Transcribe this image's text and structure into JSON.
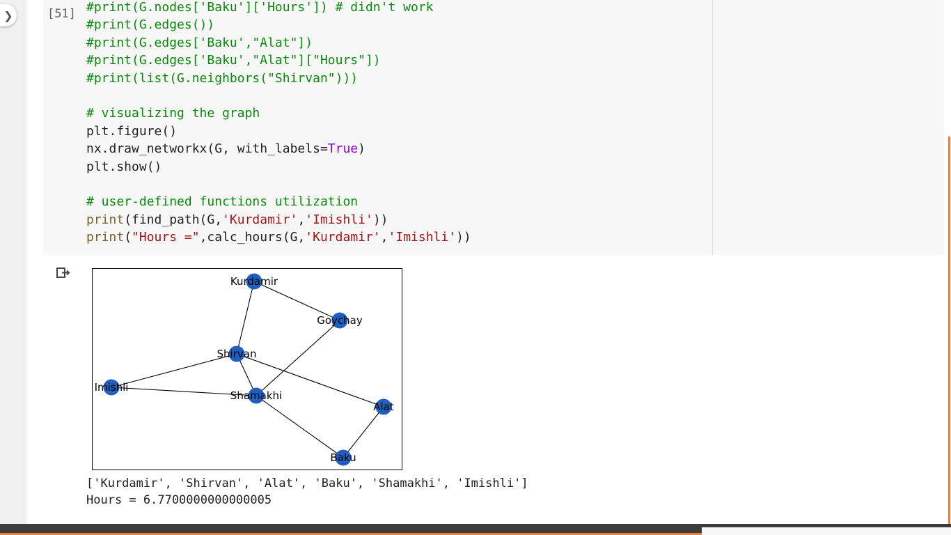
{
  "cell": {
    "execution_count": "[51]",
    "code_lines": [
      [
        {
          "t": "#print(G.nodes['Baku']['Hours']) # didn't work",
          "c": "c"
        }
      ],
      [
        {
          "t": "#print(G.edges())",
          "c": "c"
        }
      ],
      [
        {
          "t": "#print(G.edges['Baku',\"Alat\"])",
          "c": "c"
        }
      ],
      [
        {
          "t": "#print(G.edges['Baku',\"Alat\"][\"Hours\"])",
          "c": "c"
        }
      ],
      [
        {
          "t": "#print(list(G.neighbors(\"Shirvan\")))",
          "c": "c"
        }
      ],
      [],
      [
        {
          "t": "# visualizing the graph",
          "c": "c"
        }
      ],
      [
        {
          "t": "plt.figure()"
        }
      ],
      [
        {
          "t": "nx.draw_networkx(G, with_labels="
        },
        {
          "t": "True",
          "c": "k"
        },
        {
          "t": ")"
        }
      ],
      [
        {
          "t": "plt.show()"
        }
      ],
      [],
      [
        {
          "t": "# user-defined functions utilization",
          "c": "c"
        }
      ],
      [
        {
          "t": "print",
          "c": "f"
        },
        {
          "t": "(find_path(G,"
        },
        {
          "t": "'Kurdamir'",
          "c": "s"
        },
        {
          "t": ","
        },
        {
          "t": "'Imishli'",
          "c": "s"
        },
        {
          "t": "))"
        }
      ],
      [
        {
          "t": "print",
          "c": "f"
        },
        {
          "t": "("
        },
        {
          "t": "\"Hours =\"",
          "c": "s"
        },
        {
          "t": ",calc_hours(G,"
        },
        {
          "t": "'Kurdamir'",
          "c": "s"
        },
        {
          "t": ","
        },
        {
          "t": "'Imishli'",
          "c": "s"
        },
        {
          "t": "))"
        }
      ]
    ]
  },
  "output": {
    "icon": "output-icon",
    "graph": {
      "node_color": "#1f5fbf",
      "edge_color": "#000000",
      "nodes": [
        {
          "label": "Kurdamir"
        },
        {
          "label": "Goychay"
        },
        {
          "label": "Shirvan"
        },
        {
          "label": "Imishli"
        },
        {
          "label": "Shamakhi"
        },
        {
          "label": "Alat"
        },
        {
          "label": "Baku"
        }
      ],
      "edges": [
        [
          "Kurdamir",
          "Goychay"
        ],
        [
          "Kurdamir",
          "Shirvan"
        ],
        [
          "Goychay",
          "Shamakhi"
        ],
        [
          "Shirvan",
          "Imishli"
        ],
        [
          "Shirvan",
          "Shamakhi"
        ],
        [
          "Shirvan",
          "Alat"
        ],
        [
          "Imishli",
          "Shamakhi"
        ],
        [
          "Shamakhi",
          "Baku"
        ],
        [
          "Alat",
          "Baku"
        ]
      ]
    },
    "text_lines": [
      "['Kurdamir', 'Shirvan', 'Alat', 'Baku', 'Shamakhi', 'Imishli']",
      "Hours = 6.7700000000000005"
    ]
  },
  "ui": {
    "expand_icon": "chevron-right-icon",
    "accent_color": "#e8823e"
  }
}
